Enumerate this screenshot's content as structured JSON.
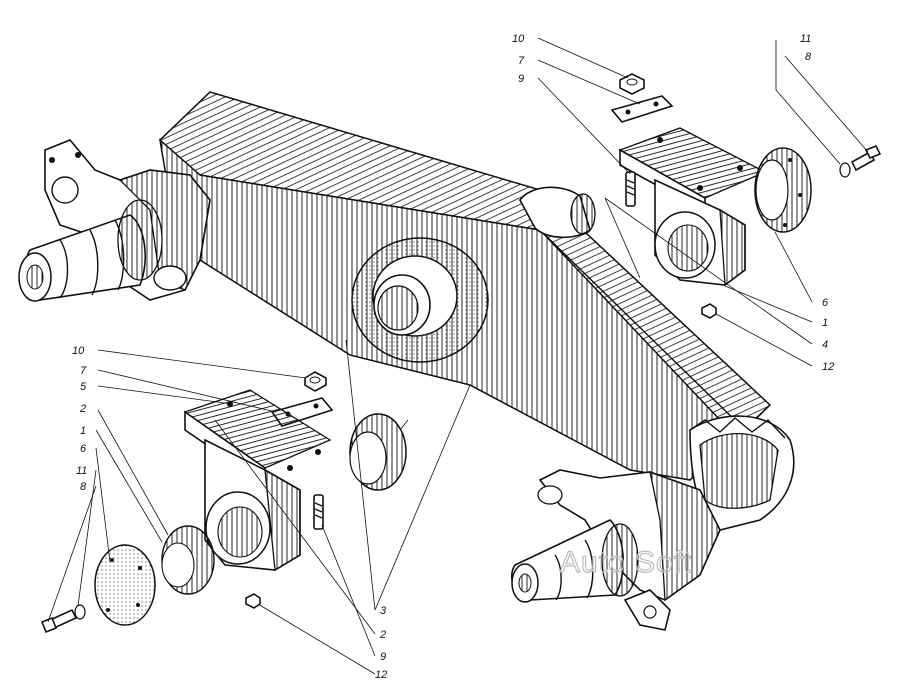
{
  "watermark": "Auto Soft",
  "callouts": {
    "ur_10": "10",
    "ur_7": "7",
    "ur_9": "9",
    "ur_11": "11",
    "ur_8": "8",
    "ur_6": "6",
    "ur_1": "1",
    "ur_4": "4",
    "ur_12": "12",
    "ll_10": "10",
    "ll_7": "7",
    "ll_5": "5",
    "ll_2": "2",
    "ll_1": "1",
    "ll_6": "6",
    "ll_11": "11",
    "ll_8": "8",
    "lr_3": "3",
    "lr_2": "2",
    "lr_9": "9",
    "lr_12": "12"
  }
}
